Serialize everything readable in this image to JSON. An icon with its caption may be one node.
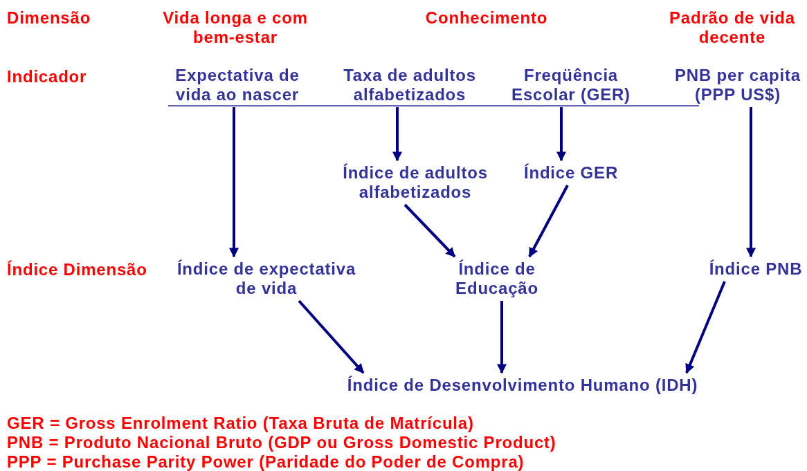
{
  "diagram": {
    "nodes": [
      {
        "text": [
          "Expectativa de vida ao nascer"
        ]
      },
      {
        "text": [
          "Taxa de adultos alfabetizados"
        ]
      },
      {
        "text": [
          "Freqüência Escolar (GER)"
        ]
      },
      {
        "text": [
          "PNB per capita (PPP US$)"
        ]
      },
      {
        "text": [
          "Índice de adultos alfabetizados"
        ]
      },
      {
        "text": [
          "Índice GER"
        ]
      },
      {
        "text": [
          "Índice de expectativa de vida"
        ]
      },
      {
        "text": [
          "Índice de Educação"
        ]
      },
      {
        "text": [
          "Índice PNB"
        ]
      },
      {
        "text": [
          "Índice de Desenvolvimento Humano (IDH)"
        ]
      }
    ],
    "edges": [
      {
        "from": 0,
        "to": 6,
        "arrow": "to"
      },
      {
        "from": 1,
        "to": 4,
        "arrow": "to"
      },
      {
        "from": 2,
        "to": 5,
        "arrow": "to"
      },
      {
        "from": 3,
        "to": 8,
        "arrow": "to"
      },
      {
        "from": 4,
        "to": 7,
        "arrow": "to"
      },
      {
        "from": 5,
        "to": 7,
        "arrow": "to"
      },
      {
        "from": 6,
        "to": 9,
        "arrow": "to"
      },
      {
        "from": 7,
        "to": 9,
        "arrow": "to"
      },
      {
        "from": 8,
        "to": 9,
        "arrow": "to"
      }
    ],
    "labels": [
      "Dimensão",
      "Vida longa e com bem-estar",
      "Conhecimento",
      "Padrão de vida decente",
      "Indicador",
      "Índice Dimensão",
      "GER = Gross Enrolment Ratio (Taxa Bruta de Matrícula)",
      "PNB = Produto Nacional Bruto (GDP ou Gross Domestic Product)",
      "PPP = Purchase Parity Power (Paridade do Poder de Compra)"
    ]
  }
}
